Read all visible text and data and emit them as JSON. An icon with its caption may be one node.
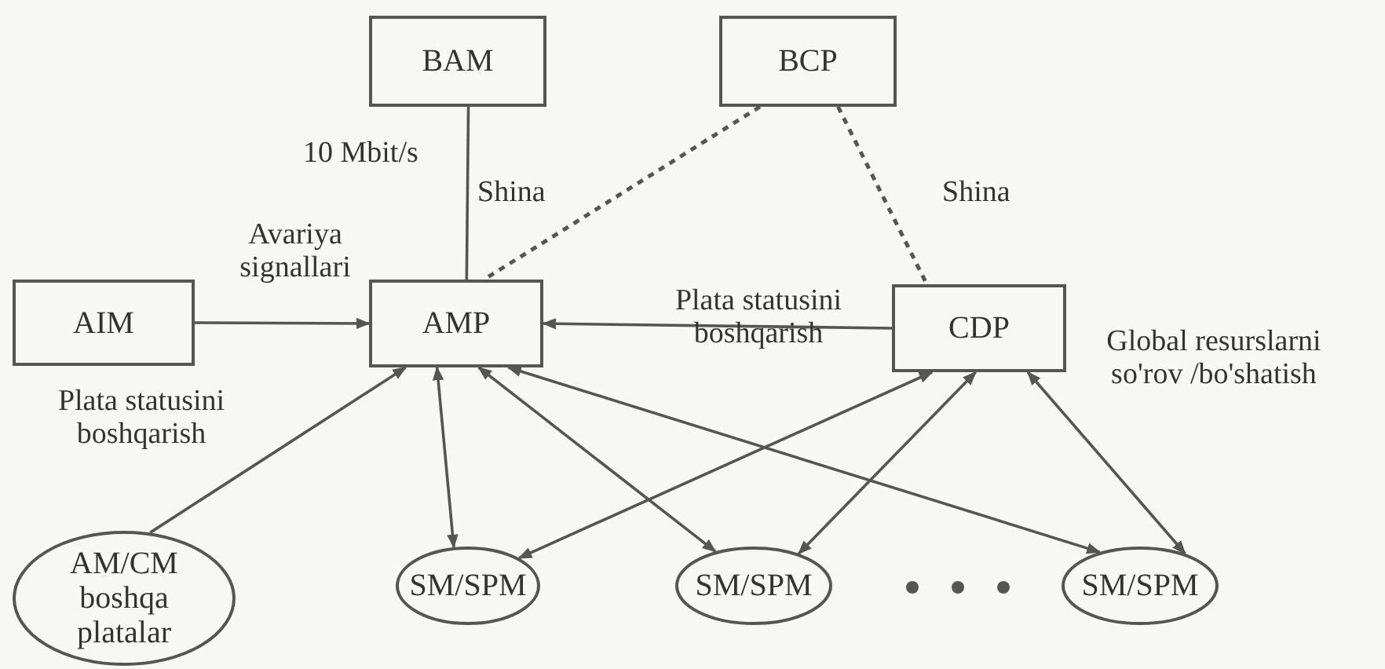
{
  "diagram": {
    "nodes": [
      {
        "text": [
          "BAM"
        ]
      },
      {
        "text": [
          "BCP"
        ]
      },
      {
        "text": [
          "AIM"
        ]
      },
      {
        "text": [
          "AMP"
        ]
      },
      {
        "text": [
          "CDP"
        ]
      },
      {
        "text": [
          "AM/CM boshqa platalar"
        ]
      },
      {
        "text": [
          "SM/SPM"
        ]
      },
      {
        "text": [
          "SM/SPM"
        ]
      },
      {
        "text": [
          "SM/SPM"
        ]
      }
    ],
    "edges": [
      {
        "from": 0,
        "to": 3,
        "arrow": "none",
        "label": "10 Mbit/s"
      },
      {
        "from": 1,
        "to": 3,
        "arrow": "none",
        "style": "dashed",
        "label": "Shina"
      },
      {
        "from": 1,
        "to": 4,
        "arrow": "none",
        "style": "dashed",
        "label": "Shina"
      },
      {
        "from": 2,
        "to": 3,
        "arrow": "to",
        "label": "Avariya signallari"
      },
      {
        "from": 4,
        "to": 3,
        "arrow": "to",
        "label": "Plata statusini boshqarish"
      },
      {
        "from": 5,
        "to": 3,
        "arrow": "to",
        "label": "Plata statusini boshqarish"
      },
      {
        "from": 3,
        "to": 6,
        "arrow": "both"
      },
      {
        "from": 3,
        "to": 7,
        "arrow": "both"
      },
      {
        "from": 3,
        "to": 8,
        "arrow": "both"
      },
      {
        "from": 4,
        "to": 6,
        "arrow": "both"
      },
      {
        "from": 4,
        "to": 7,
        "arrow": "both"
      },
      {
        "from": 4,
        "to": 8,
        "arrow": "both",
        "label": "Global resurslarni so'rov /bo'shatish"
      }
    ]
  }
}
